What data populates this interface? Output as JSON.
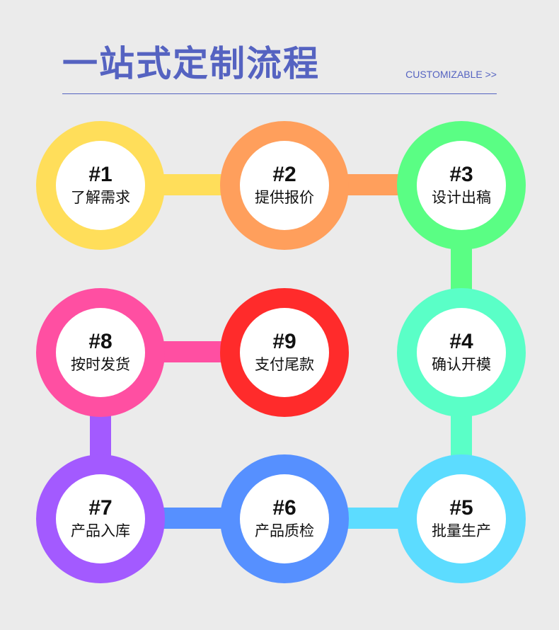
{
  "header": {
    "title": "一站式定制流程",
    "subtitle": "CUSTOMIZABLE >>"
  },
  "colors": {
    "accent": "#5563c1",
    "step1": "#ffde5a",
    "step2": "#ff9f5c",
    "step3": "#5afe84",
    "step4": "#5affc7",
    "step5": "#5cdcff",
    "step6": "#5690ff",
    "step7": "#a35aff",
    "step8": "#ff4fa2",
    "step9": "#ff2b2b"
  },
  "steps": [
    {
      "number": "#1",
      "label": "了解需求"
    },
    {
      "number": "#2",
      "label": "提供报价"
    },
    {
      "number": "#3",
      "label": "设计出稿"
    },
    {
      "number": "#4",
      "label": "确认开模"
    },
    {
      "number": "#5",
      "label": "批量生产"
    },
    {
      "number": "#6",
      "label": "产品质检"
    },
    {
      "number": "#7",
      "label": "产品入库"
    },
    {
      "number": "#8",
      "label": "按时发货"
    },
    {
      "number": "#9",
      "label": "支付尾款"
    }
  ]
}
